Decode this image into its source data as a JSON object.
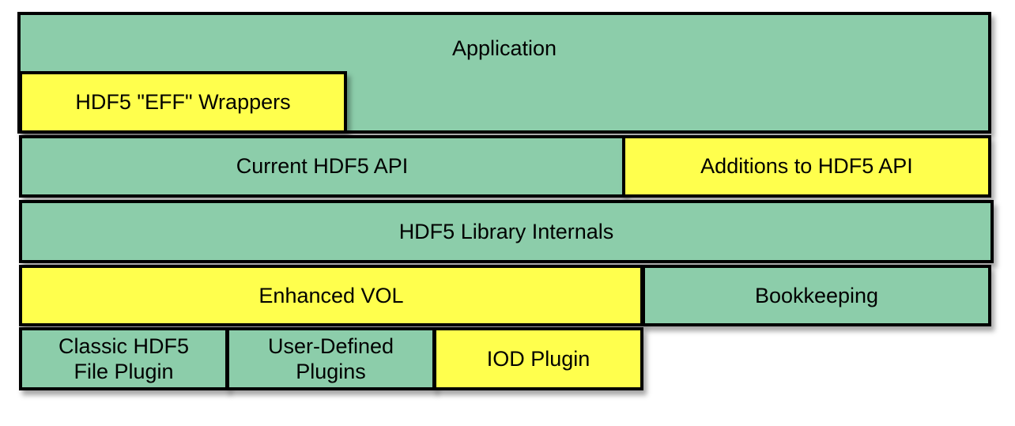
{
  "diagram": {
    "colors": {
      "green": "#8ccdaa",
      "yellow": "#ffff4d",
      "border": "#000000"
    },
    "application": {
      "label": "Application"
    },
    "eff_wrappers": {
      "label": "HDF5 \"EFF\" Wrappers"
    },
    "current_api": {
      "label": "Current HDF5 API"
    },
    "api_additions": {
      "label": "Additions to HDF5 API"
    },
    "library_internals": {
      "label": "HDF5 Library Internals"
    },
    "enhanced_vol": {
      "label": "Enhanced VOL"
    },
    "bookkeeping": {
      "label": "Bookkeeping"
    },
    "classic_plugin": {
      "line1": "Classic HDF5",
      "line2": "File Plugin"
    },
    "user_plugins": {
      "line1": "User-Defined",
      "line2": "Plugins"
    },
    "iod_plugin": {
      "label": "IOD Plugin"
    }
  }
}
